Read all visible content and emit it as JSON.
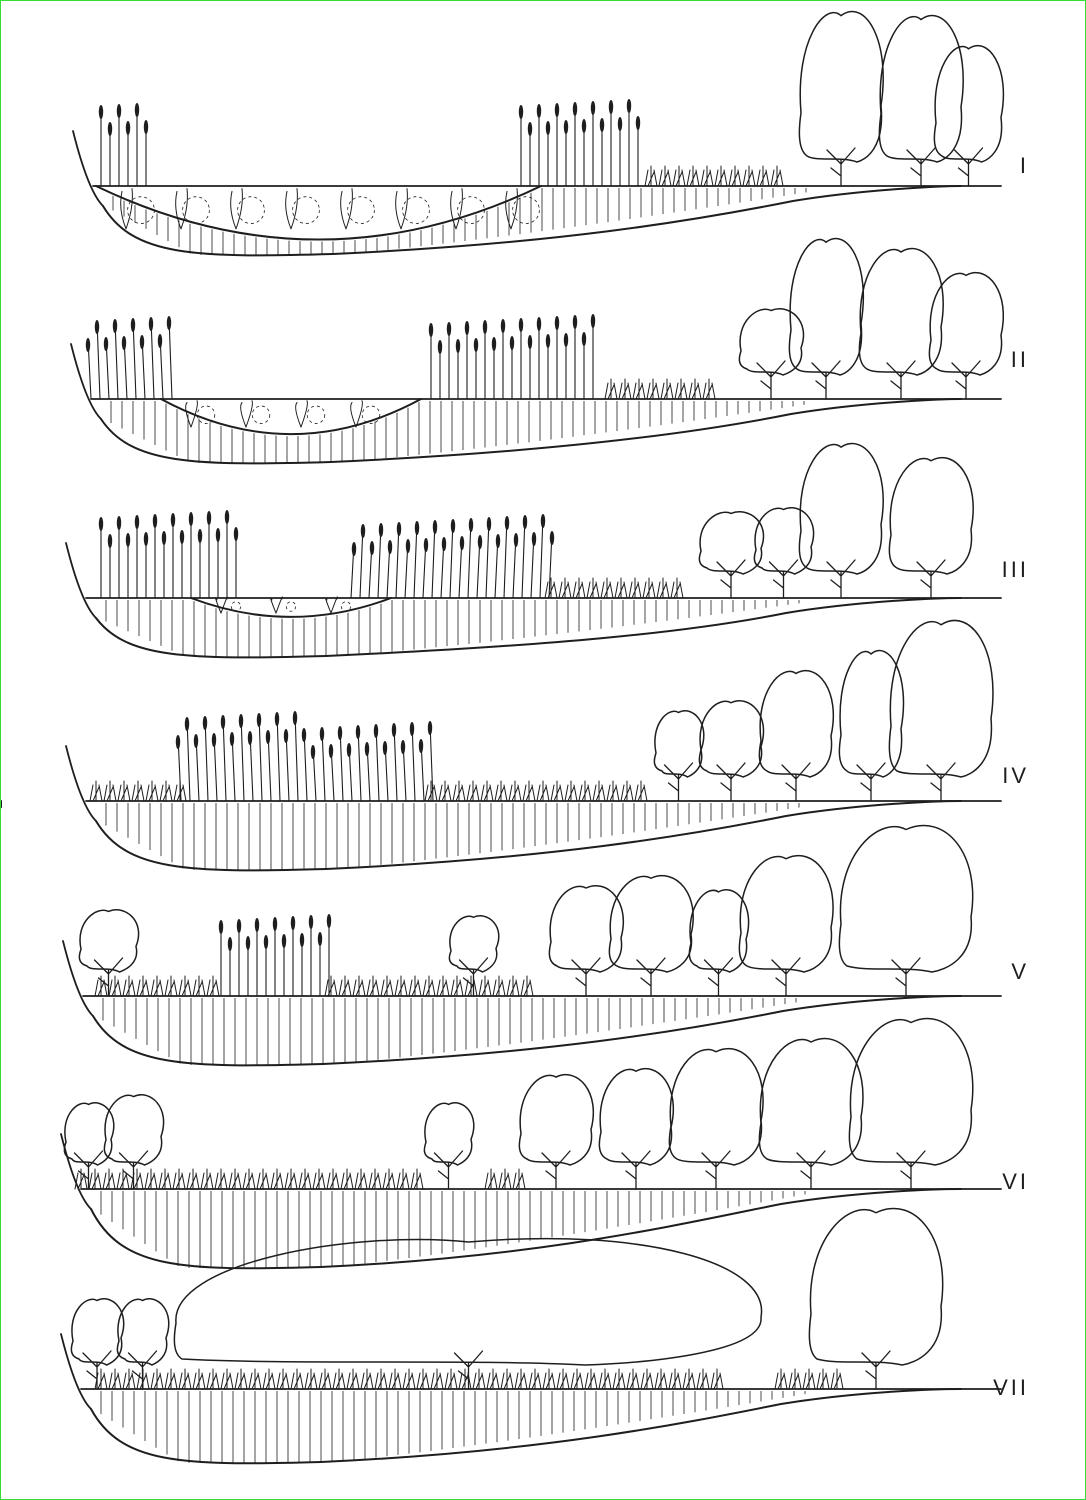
{
  "stages": [
    {
      "id": "I"
    },
    {
      "id": "II"
    },
    {
      "id": "III"
    },
    {
      "id": "IV"
    },
    {
      "id": "V"
    },
    {
      "id": "VI"
    },
    {
      "id": "VII"
    }
  ],
  "colors": {
    "ink": "#1e1e1e",
    "frame": "#33dd33",
    "paper": "#ffffff"
  }
}
